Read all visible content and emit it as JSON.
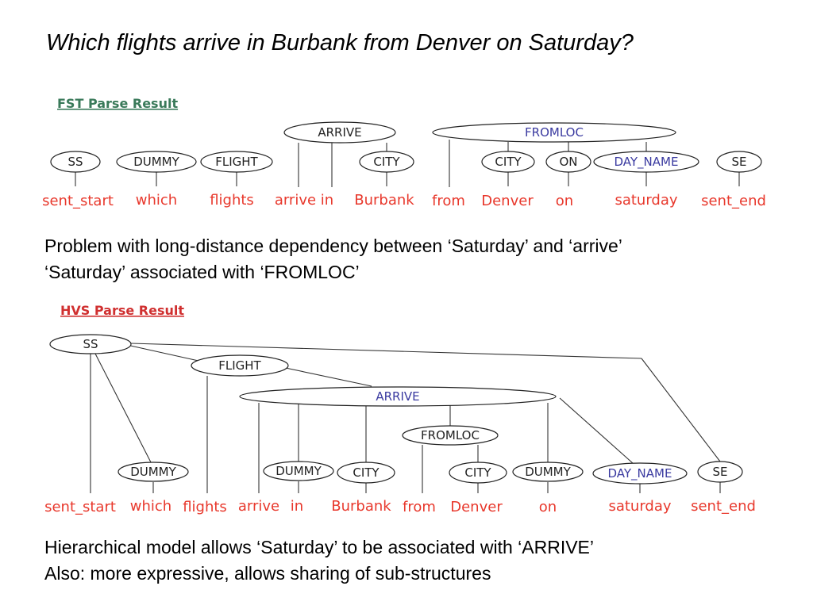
{
  "title": "Which flights arrive in Burbank from Denver on Saturday?",
  "fst": {
    "heading": "FST Parse Result",
    "heading_color": "#3a7a5a",
    "nodes": {
      "ss": "SS",
      "dummy": "DUMMY",
      "flight": "FLIGHT",
      "arrive": "ARRIVE",
      "city1": "CITY",
      "fromloc": "FROMLOC",
      "city2": "CITY",
      "on": "ON",
      "day_name": "DAY_NAME",
      "se": "SE"
    },
    "words": {
      "sent_start": "sent_start",
      "which": "which",
      "flights": "flights",
      "arrive_in": "arrive in",
      "burbank": "Burbank",
      "from": "from",
      "denver": "Denver",
      "on": "on",
      "saturday": "saturday",
      "sent_end": "sent_end"
    }
  },
  "caption1": {
    "line1": "Problem with long-distance dependency between ‘Saturday’ and ‘arrive’",
    "line2": "‘Saturday’ associated with ‘FROMLOC’"
  },
  "hvs": {
    "heading": "HVS Parse Result",
    "heading_color": "#d03030",
    "nodes": {
      "ss": "SS",
      "flight": "FLIGHT",
      "arrive": "ARRIVE",
      "fromloc": "FROMLOC",
      "dummy1": "DUMMY",
      "dummy2": "DUMMY",
      "city1": "CITY",
      "city2": "CITY",
      "dummy3": "DUMMY",
      "day_name": "DAY_NAME",
      "se": "SE"
    },
    "words": {
      "sent_start": "sent_start",
      "which": "which",
      "flights": "flights",
      "arrive": "arrive",
      "in": "in",
      "burbank": "Burbank",
      "from": "from",
      "denver": "Denver",
      "on": "on",
      "saturday": "saturday",
      "sent_end": "sent_end"
    }
  },
  "caption2": {
    "line1": "Hierarchical model allows ‘Saturday’ to be associated with ‘ARRIVE’",
    "line2": "Also: more expressive, allows sharing of sub-structures"
  },
  "colors": {
    "word": "#e8382c",
    "semantic_label": "#3a3aa0",
    "label": "#222222"
  }
}
